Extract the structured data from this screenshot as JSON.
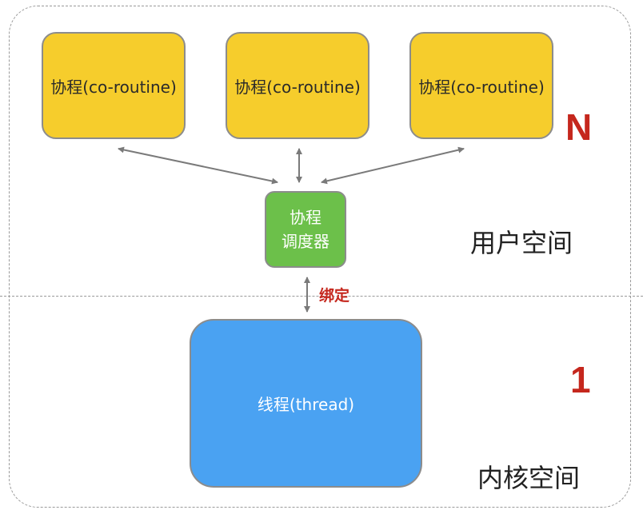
{
  "coroutines": [
    {
      "label": "协程(co-routine)"
    },
    {
      "label": "协程(co-routine)"
    },
    {
      "label": "协程(co-routine)"
    }
  ],
  "count_user": "N",
  "scheduler": {
    "line1": "协程",
    "line2": "调度器"
  },
  "user_space_label": "用户空间",
  "bind_label": "绑定",
  "count_kernel": "1",
  "thread": {
    "label": "线程(thread)"
  },
  "kernel_space_label": "内核空间",
  "colors": {
    "coroutine": "#f6cd2c",
    "scheduler": "#6cc04a",
    "thread": "#4aa2f2",
    "accent_red": "#c5271d",
    "arrow": "#7a7a7a"
  }
}
